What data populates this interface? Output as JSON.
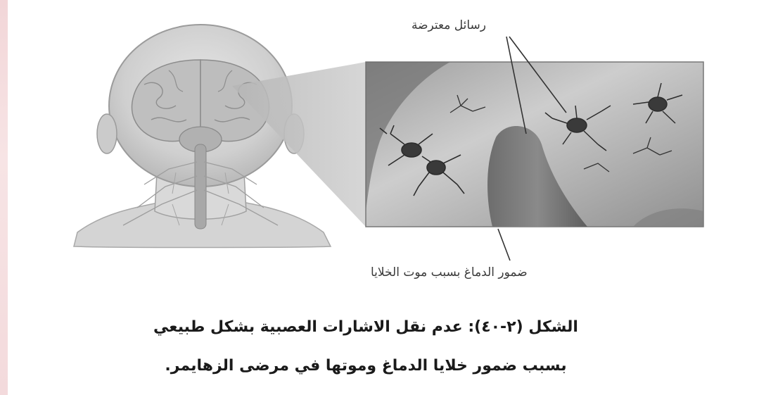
{
  "labels": {
    "top_callout": "رسائل معترضة",
    "bottom_callout": "ضمور الدماغ بسبب موت الخلايا"
  },
  "caption": {
    "line1": "الشكل (٢-٤٠): عدم نقل الاشارات العصبية بشكل طبيعي",
    "line2": "بسبب ضمور خلايا الدماغ وموتها في مرضى الزهايمر."
  },
  "colors": {
    "background": "#ffffff",
    "edge_strip": "#f2d6d8",
    "ink": "#1a1a1a"
  }
}
